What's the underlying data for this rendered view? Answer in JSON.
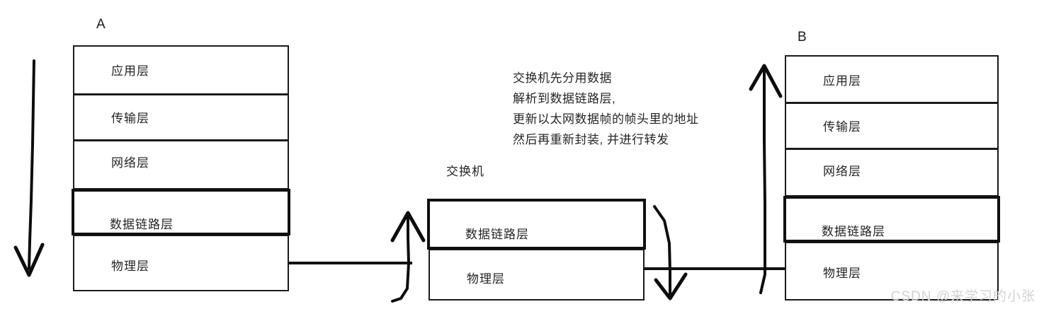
{
  "diagram": {
    "watermark": "CSDN @来学习的小张",
    "endpoints": [
      {
        "letter": "A",
        "layers": [
          {
            "name": "应用层",
            "emphasized": false
          },
          {
            "name": "传输层",
            "emphasized": false
          },
          {
            "name": "网络层",
            "emphasized": false
          },
          {
            "name": "数据链路层",
            "emphasized": true
          },
          {
            "name": "物理层",
            "emphasized": false
          }
        ]
      },
      {
        "letter": "B",
        "layers": [
          {
            "name": "应用层",
            "emphasized": false
          },
          {
            "name": "传输层",
            "emphasized": false
          },
          {
            "name": "网络层",
            "emphasized": false
          },
          {
            "name": "数据链路层",
            "emphasized": true
          },
          {
            "name": "物理层",
            "emphasized": false
          }
        ]
      }
    ],
    "switch": {
      "caption": "交换机",
      "layers": [
        {
          "name": "数据链路层",
          "emphasized": true
        },
        {
          "name": "物理层",
          "emphasized": false
        }
      ]
    },
    "note": {
      "lines": [
        "交换机先分用数据",
        "解析到数据链路层,",
        "更新以太网数据帧的帧头里的地址",
        "然后再重新封装, 并进行转发"
      ]
    },
    "arrows": [
      {
        "id": "encapsulation-down-arrow",
        "direction": "down"
      },
      {
        "id": "switch-inbound-up-arrow",
        "direction": "up"
      },
      {
        "id": "switch-outbound-down-arrow",
        "direction": "down"
      },
      {
        "id": "endpoint-b-up-arrow",
        "direction": "up"
      }
    ],
    "colors": {
      "stroke": "#101010",
      "text": "#262626",
      "watermark": "#d2d2d2",
      "background": "#ffffff"
    }
  }
}
